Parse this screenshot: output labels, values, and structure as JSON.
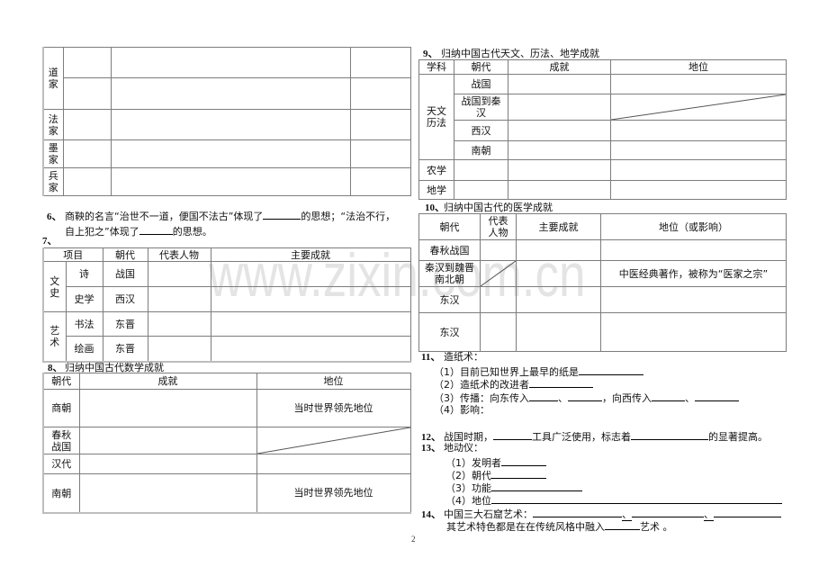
{
  "page_number": "2",
  "watermark": "www.zixin.com.cn",
  "schools_table": {
    "rows": [
      {
        "school": "道家"
      },
      {
        "school": "法家"
      },
      {
        "school": "墨家"
      },
      {
        "school": "兵家"
      }
    ]
  },
  "q6": {
    "number": "6、",
    "line1_before": "商鞅的名言“治世不一道，便国不法古”体现了",
    "line1_after": "的思想；“法治不行，",
    "line2_before": "自上犯之”体现了",
    "line2_after": "的思想。"
  },
  "q7": {
    "number": "7、",
    "headers": {
      "item": "项目",
      "dynasty": "朝代",
      "person": "代表人物",
      "achievement": "主要成就"
    },
    "groups": [
      {
        "category": "文史",
        "rows": [
          {
            "item": "诗",
            "dynasty": "战国"
          },
          {
            "item": "史学",
            "dynasty": "西汉"
          }
        ]
      },
      {
        "category": "艺术",
        "rows": [
          {
            "item": "书法",
            "dynasty": "东晋"
          },
          {
            "item": "绘画",
            "dynasty": "东晋"
          }
        ]
      }
    ]
  },
  "q8": {
    "number": "8、",
    "title": "归纳中国古代数学成就",
    "headers": {
      "dynasty": "朝代",
      "achievement": "成就",
      "status": "地位"
    },
    "rows": [
      {
        "dynasty": "商朝",
        "status": "当时世界领先地位"
      },
      {
        "dynasty": "春秋战国",
        "status": ""
      },
      {
        "dynasty": "汉代",
        "status": ""
      },
      {
        "dynasty": "南朝",
        "status": "当时世界领先地位"
      }
    ]
  },
  "q9": {
    "number": "9、",
    "title": "归纳中国古代天文、历法、地学成就",
    "headers": {
      "subject": "学科",
      "dynasty": "朝代",
      "achievement": "成就",
      "status": "地位"
    },
    "astronomy": {
      "subject": "天文历法",
      "dynasties": [
        "战国",
        "战国到秦汉",
        "西汉",
        "南朝"
      ]
    },
    "other_rows": [
      {
        "subject": "农学"
      },
      {
        "subject": "地学"
      }
    ]
  },
  "q10": {
    "number": "10、",
    "title": "归纳中国古代的医学成就",
    "headers": {
      "dynasty": "朝代",
      "person": "代表人物",
      "achievement": "主要成就",
      "status": "地位（或影响）"
    },
    "rows": [
      {
        "dynasty": "春秋战国",
        "status": ""
      },
      {
        "dynasty": "秦汉到魏晋南北朝",
        "status": "中医经典著作，被称为“医家之宗”"
      },
      {
        "dynasty": "东汉",
        "status": ""
      },
      {
        "dynasty": "东汉",
        "status": ""
      }
    ]
  },
  "q11": {
    "number": "11、",
    "title": "造纸术：",
    "items": [
      {
        "label": "（1）目前已知世界上最早的纸是"
      },
      {
        "label": "（2）造纸术的改进者"
      },
      {
        "label": "（3）传播：向东传入",
        "sep1": "、",
        "mid": "，向西传入",
        "sep2": "、"
      },
      {
        "label": "（4）影响："
      }
    ]
  },
  "q12": {
    "number": "12、",
    "before": "战国时期，",
    "middle": "工具广泛使用，标志着",
    "after": "的显著提高。"
  },
  "q13": {
    "number": "13、",
    "title": "地动仪：",
    "items": [
      {
        "label": "（1）发明者"
      },
      {
        "label": "（2）朝代"
      },
      {
        "label": "（3）功能"
      },
      {
        "label": "（4）地位"
      }
    ]
  },
  "q14": {
    "number": "14、",
    "title": "中国三大石窟艺术：",
    "sep": "、",
    "line2_before": "其艺术特色都是在在传统风格中融入",
    "line2_after": "艺术 。"
  }
}
